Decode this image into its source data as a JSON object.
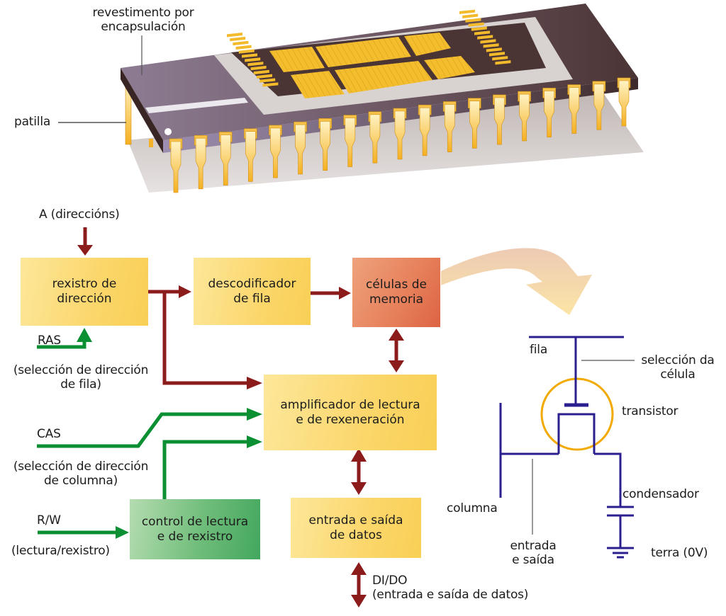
{
  "chip": {
    "labels": {
      "coating": [
        "revestimento por",
        "encapsulación"
      ],
      "pin": "patilla"
    },
    "colors": {
      "gold": "#f7b825",
      "package_grey": "#8f7f94",
      "package_dark": "#4a3434",
      "ceramic": "#d9d4d2"
    }
  },
  "block_diagram": {
    "inputs": {
      "address": "A (direccións)",
      "ras": "RAS",
      "ras_desc": [
        "(selección de dirección",
        "de fila)"
      ],
      "cas": "CAS",
      "cas_desc": [
        "(selección de dirección",
        "de columna)"
      ],
      "rw": "R/W",
      "rw_desc": "(lectura/rexistro)",
      "dido": "DI/DO",
      "dido_desc": "(entrada e saída de datos)"
    },
    "blocks": {
      "address_register": [
        "rexistro de",
        "dirección"
      ],
      "row_decoder": [
        "descodificador",
        "de fila"
      ],
      "memory_cells": [
        "células de",
        "memoria"
      ],
      "sense_amplifier": [
        "amplificador de lectura",
        "e de rexeneración"
      ],
      "rw_control": [
        "control de lectura",
        "e de rexistro"
      ],
      "data_io": [
        "entrada e saída",
        "de datos"
      ]
    },
    "colors": {
      "address_arrow": "#8c1c1c",
      "control_arrow": "#0b8f33",
      "block_yellow": "#fbd66a",
      "block_red": "#e4714e",
      "block_green": "#5fb56e"
    }
  },
  "cell_circuit": {
    "labels": {
      "row": "fila",
      "cell_select": [
        "selección da",
        "célula"
      ],
      "transistor": "transistor",
      "column": "columna",
      "data_io": [
        "entrada",
        "e saída"
      ],
      "capacitor": "condensador",
      "ground": "terra (0V)"
    },
    "colors": {
      "wire": "#2b1f8f",
      "transistor_ring": "#f2a900",
      "leader": "#555555"
    }
  }
}
